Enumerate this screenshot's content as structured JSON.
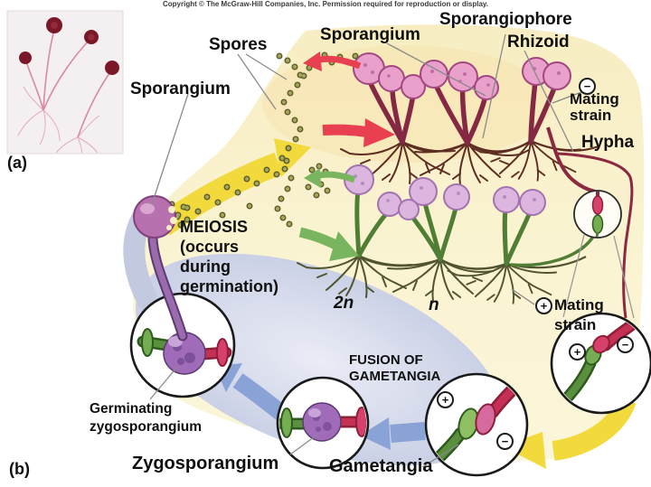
{
  "copyright": "Copyright © The McGraw-Hill Companies, Inc. Permission required for reproduction or display.",
  "panel_labels": {
    "a": "(a)",
    "b": "(b)"
  },
  "labels": {
    "spores": "Spores",
    "sporangium_left": "Sporangium",
    "sporangium_top": "Sporangium",
    "sporangiophore": "Sporangiophore",
    "rhizoid": "Rhizoid",
    "mating_strain_minus_lines": [
      "Mating",
      "strain"
    ],
    "hypha": "Hypha",
    "meiosis_lines": [
      "MEIOSIS",
      "(occurs",
      "during",
      "germination)"
    ],
    "ploidy_diploid": "2n",
    "ploidy_haploid": "n",
    "mating_strain_plus_lines": [
      "Mating",
      "strain"
    ],
    "fusion_lines": [
      "FUSION OF",
      "GAMETANGIA"
    ],
    "germinating_lines": [
      "Germinating",
      "zygosporangium"
    ],
    "zygosporangium": "Zygosporangium",
    "gametangia": "Gametangia"
  },
  "symbols": {
    "plus": "+",
    "minus": "−"
  },
  "colors": {
    "background": "#ffffff",
    "substrate_yellow": "#faf3d0",
    "cycle_band_lavender": "#c5cbe3",
    "spore_arrow_yellow": "#f2d93c",
    "minus_strain_red": "#8c2840",
    "plus_strain_green": "#507e35",
    "asexual_arrow_red": "#e84050",
    "asexual_arrow_green": "#79b55f",
    "sexual_arrow_blue": "#8aa3d6",
    "zygote_purple": "#a06cba",
    "sporangium_ball_pink": "#e9a0cb"
  }
}
